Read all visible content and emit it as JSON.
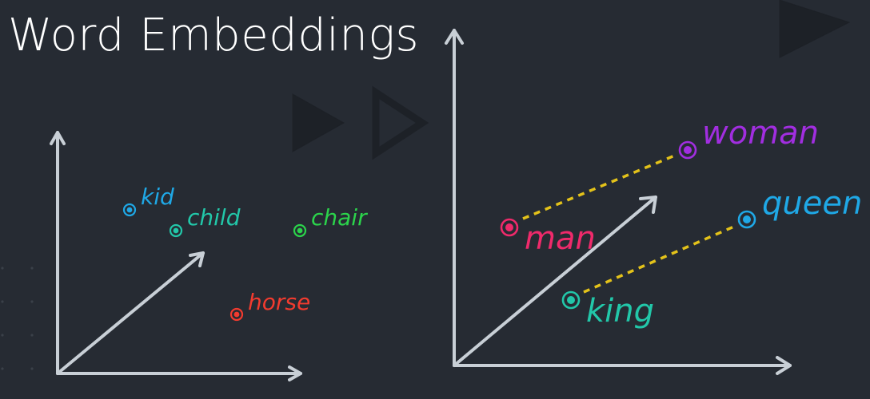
{
  "title": "Word Embeddings",
  "colors": {
    "background": "#262b33",
    "axis": "#c8cfd6",
    "link": "#e3c21a",
    "blue": "#1fa8e6",
    "teal": "#22c7a9",
    "green": "#2bd34b",
    "red": "#f23b2f",
    "pink": "#ef2a6b",
    "purple": "#a12ee0",
    "decor": "#1d2127"
  },
  "left_words": [
    {
      "text": "kid",
      "color_key": "blue"
    },
    {
      "text": "child",
      "color_key": "teal"
    },
    {
      "text": "chair",
      "color_key": "green"
    },
    {
      "text": "horse",
      "color_key": "red"
    }
  ],
  "right_words": [
    {
      "text": "woman",
      "color_key": "purple"
    },
    {
      "text": "queen",
      "color_key": "blue"
    },
    {
      "text": "man",
      "color_key": "pink"
    },
    {
      "text": "king",
      "color_key": "teal"
    }
  ]
}
